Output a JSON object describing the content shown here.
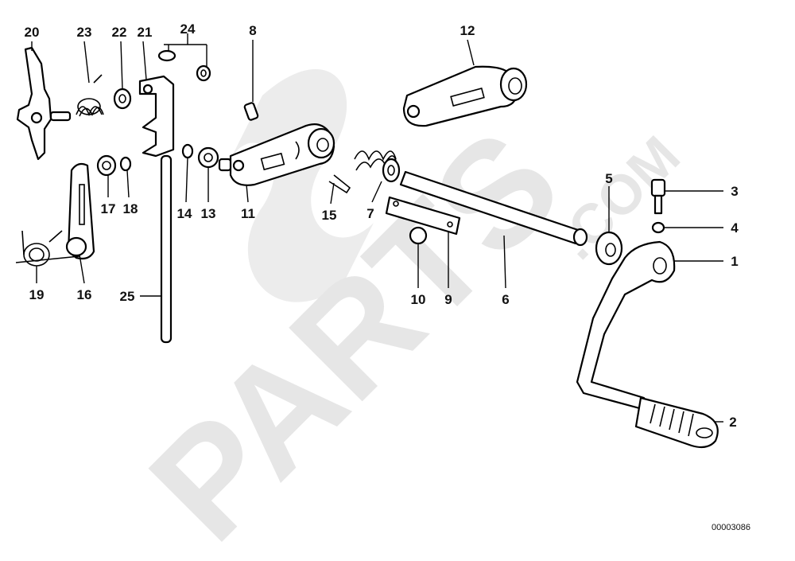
{
  "watermark": {
    "brand": "PARTS",
    "domain": ".COM",
    "color": "#e6e6e6"
  },
  "diagram_code": "00003086",
  "callouts": [
    {
      "id": "c20",
      "text": "20"
    },
    {
      "id": "c23",
      "text": "23"
    },
    {
      "id": "c22",
      "text": "22"
    },
    {
      "id": "c21",
      "text": "21"
    },
    {
      "id": "c24",
      "text": "24"
    },
    {
      "id": "c8",
      "text": "8"
    },
    {
      "id": "c12",
      "text": "12"
    },
    {
      "id": "c17",
      "text": "17"
    },
    {
      "id": "c18",
      "text": "18"
    },
    {
      "id": "c14",
      "text": "14"
    },
    {
      "id": "c13",
      "text": "13"
    },
    {
      "id": "c11",
      "text": "11"
    },
    {
      "id": "c15",
      "text": "15"
    },
    {
      "id": "c7",
      "text": "7"
    },
    {
      "id": "c19",
      "text": "19"
    },
    {
      "id": "c16",
      "text": "16"
    },
    {
      "id": "c25",
      "text": "25"
    },
    {
      "id": "c10",
      "text": "10"
    },
    {
      "id": "c9",
      "text": "9"
    },
    {
      "id": "c6",
      "text": "6"
    },
    {
      "id": "c5",
      "text": "5"
    },
    {
      "id": "c3",
      "text": "3"
    },
    {
      "id": "c4",
      "text": "4"
    },
    {
      "id": "c1",
      "text": "1"
    },
    {
      "id": "c2",
      "text": "2"
    }
  ]
}
